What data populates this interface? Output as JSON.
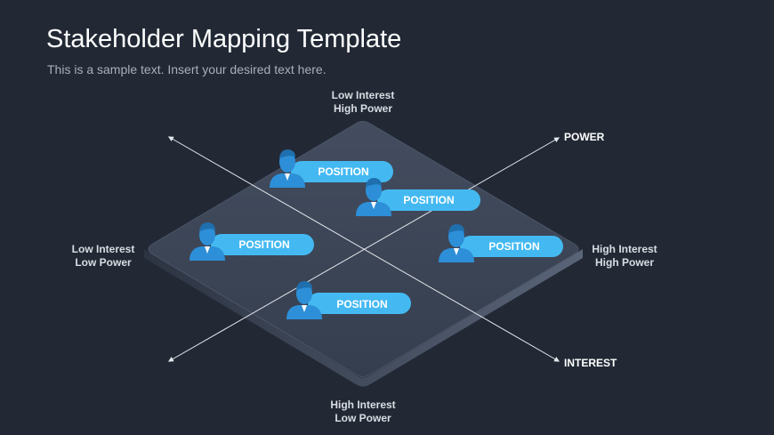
{
  "header": {
    "title": "Stakeholder Mapping Template",
    "subtitle": "This is a sample text. Insert your desired text here."
  },
  "quadrants": {
    "top": [
      "Low Interest",
      "High Power"
    ],
    "left": [
      "Low Interest",
      "Low Power"
    ],
    "right": [
      "High Interest",
      "High Power"
    ],
    "bottom": [
      "High Interest",
      "Low Power"
    ]
  },
  "axes": {
    "power": "POWER",
    "interest": "INTEREST"
  },
  "stakeholders": [
    {
      "label": "POSITION"
    },
    {
      "label": "POSITION"
    },
    {
      "label": "POSITION"
    },
    {
      "label": "POSITION"
    },
    {
      "label": "POSITION"
    }
  ],
  "colors": {
    "background": "#222935",
    "pill": "#44b9f1",
    "person": "#2d8fd8",
    "plane": "#3a4456"
  }
}
